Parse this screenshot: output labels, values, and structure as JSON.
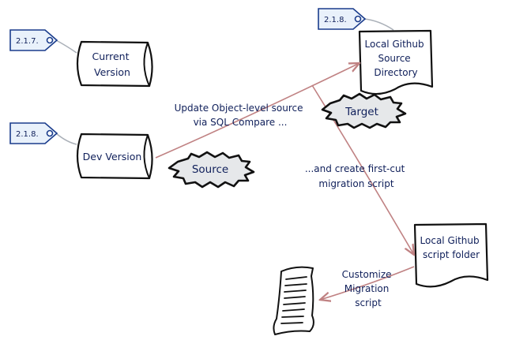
{
  "colors": {
    "ink": "#111111",
    "text": "#0f1f5a",
    "tag_border": "#1a3c8c",
    "tag_fill": "#e9f1fb",
    "arrow": "#c08283",
    "string": "#aab0b8",
    "starburst_fill": "#e6e8ea"
  },
  "tags": {
    "current": "2.1.7.",
    "dev": "2.1.8.",
    "github": "2.1.8."
  },
  "nodes": {
    "current_version": [
      "Current",
      "Version"
    ],
    "dev_version": "Dev Version",
    "github_source": [
      "Local Github",
      "Source",
      "Directory"
    ],
    "github_script": [
      "Local Github",
      "script folder"
    ]
  },
  "badges": {
    "source": "Source",
    "target": "Target"
  },
  "edge_labels": {
    "update": [
      "Update Object-level source",
      "via SQL Compare ..."
    ],
    "create": [
      "...and create first-cut",
      "migration script"
    ],
    "customize": [
      "Customize",
      "Migration",
      "script"
    ]
  },
  "icons": {
    "tag": "price-tag-icon",
    "script_doc": "script-document-icon"
  }
}
